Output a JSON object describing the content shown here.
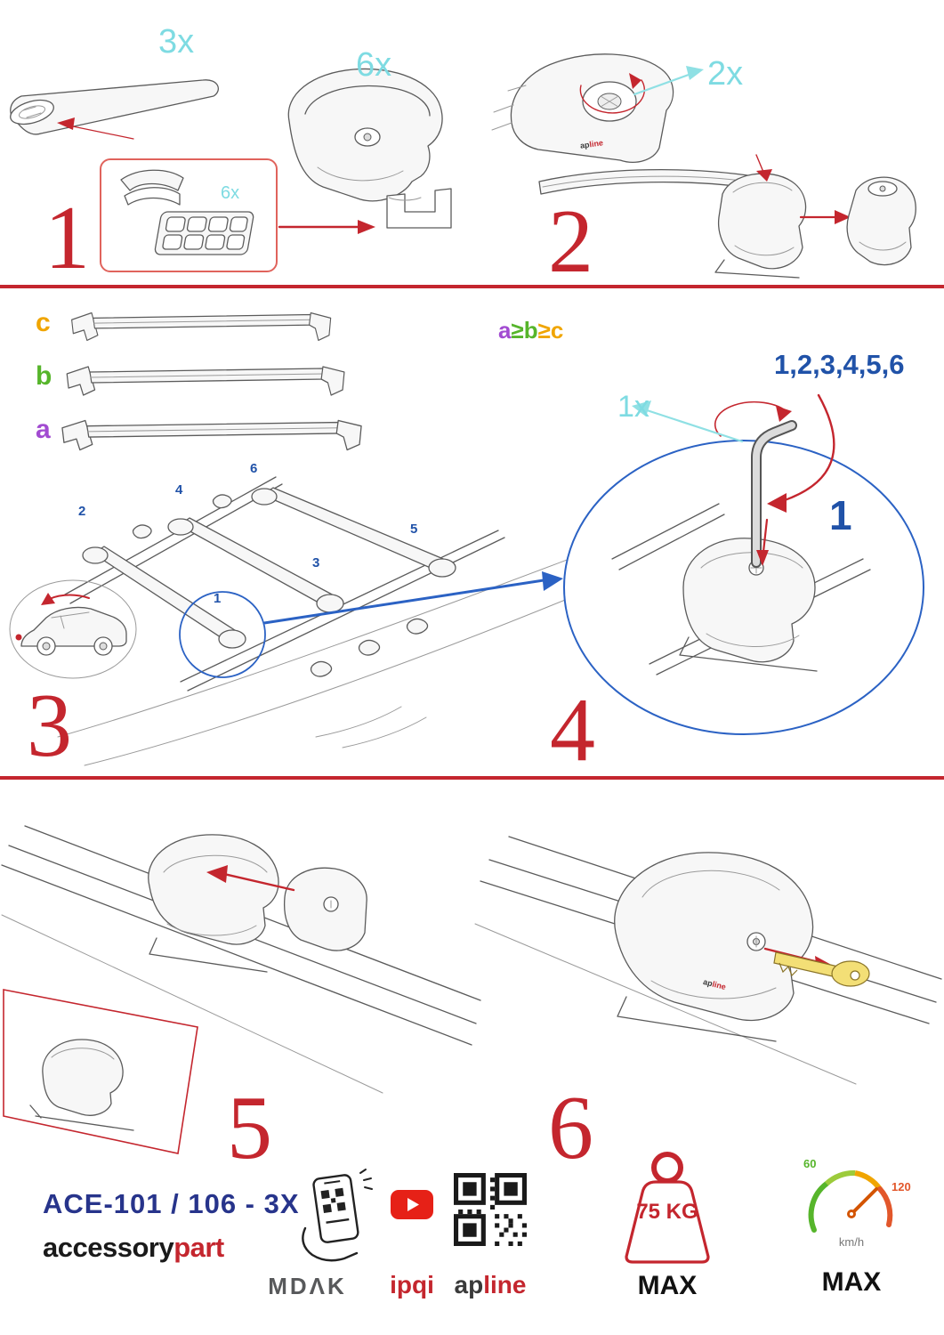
{
  "colors": {
    "red": "#c4262e",
    "cyan": "#7edbe2",
    "blue": "#2052a8",
    "navy": "#27348b",
    "purple": "#a24bd1",
    "green": "#56b52b",
    "orange": "#f0a500"
  },
  "step1": {
    "number": "1",
    "bar_qty": "3x",
    "foot_qty": "6x",
    "pad_qty": "6x"
  },
  "step2": {
    "number": "2",
    "screw_qty": "2x"
  },
  "step3": {
    "number": "3",
    "bar_labels": {
      "a": "a",
      "b": "b",
      "c": "c"
    },
    "rule": {
      "a": "a",
      "g1": "≥",
      "b": "b",
      "g2": "≥",
      "c": "c"
    },
    "positions": [
      "1",
      "2",
      "3",
      "4",
      "5",
      "6"
    ]
  },
  "step4": {
    "number": "4",
    "tool_qty": "1x",
    "sequence": "1,2,3,4,5,6",
    "first": "1"
  },
  "step5": {
    "number": "5"
  },
  "step6": {
    "number": "6"
  },
  "foot_logo": {
    "black": "ap",
    "red": "line"
  },
  "footer": {
    "model": "ACE-101 / 106 - 3X",
    "brand": {
      "black": "accessory",
      "red": "part"
    },
    "mdak": "MDΛK",
    "ipqi": "ipqi",
    "apline": {
      "black": "ap",
      "red": "line"
    },
    "weight": {
      "value": "75 KG",
      "max": "MAX"
    },
    "speed": {
      "low": "60",
      "high": "120",
      "unit": "km/h",
      "max": "MAX"
    }
  }
}
